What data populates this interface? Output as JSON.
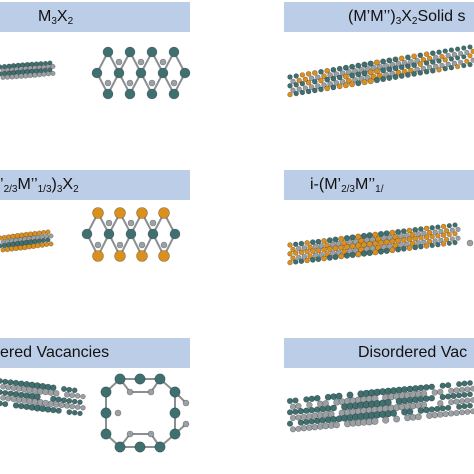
{
  "labels": {
    "m3x2": "M",
    "solid": "(M’M’’)",
    "ordered_ooo": "’",
    "i_mxene": "i-(M’",
    "ordered_vac": "ered Vacancies",
    "disordered_vac": "Disordered Vac"
  },
  "label_parts": {
    "m3x2_sub1": "3",
    "m3x2_x": "X",
    "m3x2_sub2": "2",
    "solid_sub1": "3",
    "solid_x": "X",
    "solid_sub2": "2",
    "solid_tail": " Solid s",
    "o_sub1": "2/3",
    "o_mid": "M’’",
    "o_sub2": "1/3",
    "o_close": ")",
    "o_sub3": "3",
    "o_x": "X",
    "o_sub4": "2",
    "i_sub1": "2/3",
    "i_mid": "M’’",
    "i_sub2": "1/"
  },
  "colors": {
    "banner": "#bccde8",
    "teal_atom": "#3f6f6f",
    "orange_atom": "#d9901e",
    "gray_atom": "#9aa0a3",
    "bond": "#8a8f92"
  }
}
